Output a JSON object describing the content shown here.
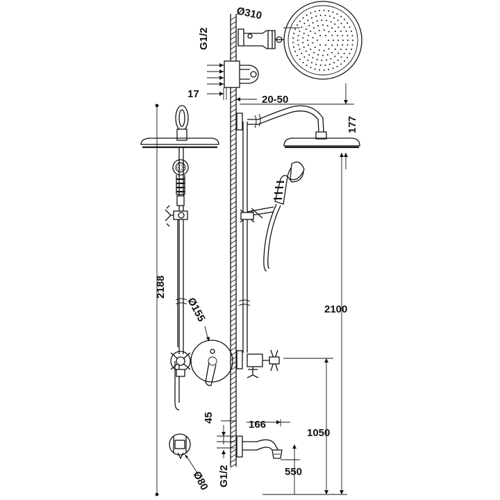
{
  "diagram": {
    "labels": {
      "head_diameter": "Ø310",
      "thread_top": "G1/2",
      "offset_17": "17",
      "wall_range": "20-50",
      "arm_height": "177",
      "overall_height": "2188",
      "head_height": "2100",
      "mixer_height": "1050",
      "plate_diameter": "Ø155",
      "spout_projection": "166",
      "spout_offset": "45",
      "thread_bottom": "G1/2",
      "spout_height": "550",
      "spout_plate_diameter": "Ø80"
    }
  }
}
